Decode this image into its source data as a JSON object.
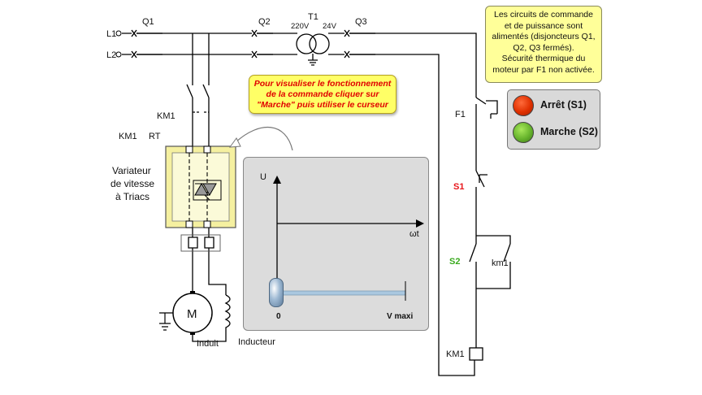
{
  "lines": {
    "l1": "L1",
    "l2": "L2"
  },
  "breakers": {
    "q1": "Q1",
    "q2": "Q2",
    "q3": "Q3"
  },
  "transformer": {
    "name": "T1",
    "primary": "220V",
    "secondary": "24V"
  },
  "contactor": {
    "main": "KM1",
    "coil_left": "KM1",
    "relay": "RT",
    "aux": "km1",
    "coil_bottom": "KM1"
  },
  "fuse": "F1",
  "switches": {
    "s1": "S1",
    "s2": "S2",
    "s1_color": "#e8161b",
    "s2_color": "#3aaa1e"
  },
  "variator_label": [
    "Variateur",
    "de vitesse",
    "à Triacs"
  ],
  "motor": {
    "symbol": "M",
    "armature": "Induit",
    "field": "Inducteur"
  },
  "note_top": [
    "Les circuits de commande",
    "et de puissance sont",
    "alimentés (disjoncteurs Q1,",
    "Q2, Q3 fermés).",
    "Sécurité thermique du",
    "moteur par F1 non activée."
  ],
  "note_help": [
    "Pour visualiser le fonctionnement",
    "de la commande cliquer sur",
    "\"Marche\" puis utiliser le curseur"
  ],
  "buttons": {
    "stop": "Arrêt (S1)",
    "start": "Marche (S2)"
  },
  "scope": {
    "y_axis": "U",
    "x_axis": "ωt",
    "slider_min": "0",
    "slider_max": "V maxi",
    "slider_value": 0
  }
}
